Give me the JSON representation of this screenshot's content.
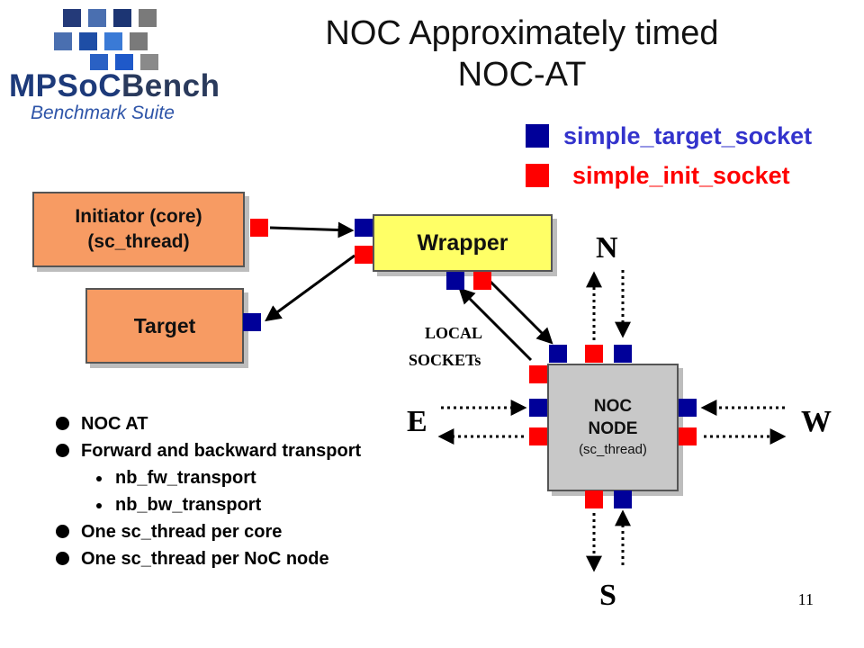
{
  "logo": {
    "name_part1": "MPSoC",
    "name_part2": "Bench",
    "tagline": "Benchmark Suite",
    "square_colors": [
      "#243a79",
      "#4a6fb0",
      "#1c3573",
      "#7a7a7a",
      "#4a6fb0",
      "#1e4ea6",
      "#3a7ad6",
      "#7a7a7a",
      "#2a61c4",
      "#1f59c9",
      "#8a8a8a"
    ]
  },
  "title": {
    "line1": "NOC Approximately timed",
    "line2": "NOC-AT"
  },
  "legend": {
    "target_label": "simple_target_socket",
    "target_color": "#000099",
    "init_label": "simple_init_socket",
    "init_color": "#ff0000",
    "target_text_color": "#3333cc",
    "init_text_color": "#ff0000"
  },
  "diagram": {
    "initiator_line1": "Initiator (core)",
    "initiator_line2": "(sc_thread)",
    "target_label": "Target",
    "wrapper_label": "Wrapper",
    "local_line1": "LOCAL",
    "local_line2": "SOCKETs",
    "noc_line1": "NOC",
    "noc_line2": "NODE",
    "noc_line3": "(sc_thread)",
    "dir_n": "N",
    "dir_e": "E",
    "dir_w": "W",
    "dir_s": "S"
  },
  "bullets": [
    {
      "text": "NOC AT",
      "level": 1
    },
    {
      "text": "Forward and backward transport",
      "level": 1
    },
    {
      "text": "nb_fw_transport",
      "level": 2
    },
    {
      "text": "nb_bw_transport",
      "level": 2
    },
    {
      "text": "One sc_thread per core",
      "level": 1
    },
    {
      "text": "One sc_thread per NoC node",
      "level": 1
    }
  ],
  "page_number": "11"
}
